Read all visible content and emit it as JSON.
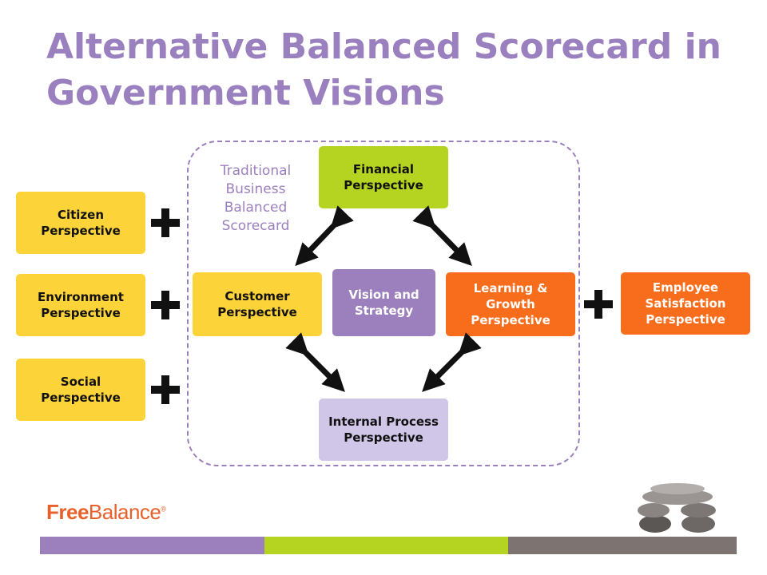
{
  "title": "Alternative Balanced Scorecard in Government Visions",
  "traditional_label": "Traditional Business Balanced Scorecard",
  "left_boxes": [
    {
      "label": "Citizen Perspective"
    },
    {
      "label": "Environment Perspective"
    },
    {
      "label": "Social Perspective"
    }
  ],
  "center": {
    "financial": "Financial Perspective",
    "customer": "Customer Perspective",
    "vision": "Vision and Strategy",
    "learning": "Learning & Growth Perspective",
    "internal": "Internal Process Perspective"
  },
  "right_box": {
    "label": "Employee Satisfaction Perspective"
  },
  "logo": {
    "part1": "Free",
    "part2": "Balance",
    "mark": "®"
  },
  "colors": {
    "title": "#9b80c0",
    "yellow": "#fdd33a",
    "green": "#b5d321",
    "orange": "#f86d1c",
    "purple": "#9c80bd",
    "lavender": "#cfc6e8",
    "bar_purple": "#9c80bd",
    "bar_green": "#b5d321",
    "bar_gray": "#7d7370"
  },
  "icons": [
    "plus-icon",
    "double-arrow-icon",
    "stones-icon"
  ]
}
